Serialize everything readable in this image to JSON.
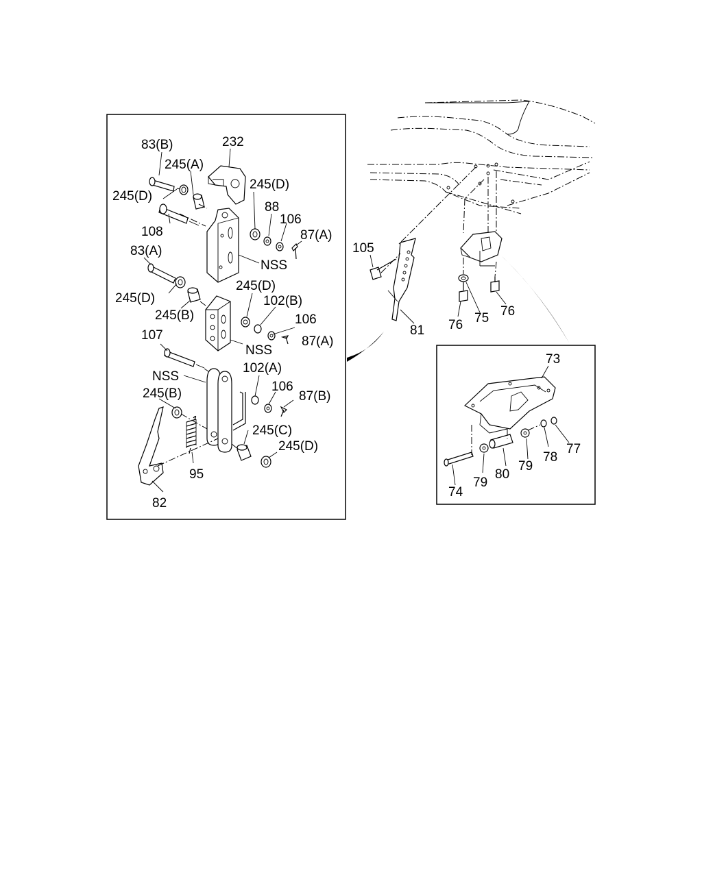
{
  "diagram": {
    "detail_box_1_labels": {
      "l_83b": "83(B)",
      "l_232": "232",
      "l_245a": "245(A)",
      "l_245d_1": "245(D)",
      "l_245d_2": "245(D)",
      "l_88": "88",
      "l_106_1": "106",
      "l_108": "108",
      "l_87a_1": "87(A)",
      "l_83a": "83(A)",
      "l_nss_1": "NSS",
      "l_245d_3": "245(D)",
      "l_245d_4": "245(D)",
      "l_245b_1": "245(B)",
      "l_102b": "102(B)",
      "l_106_2": "106",
      "l_87a_2": "87(A)",
      "l_nss_2": "NSS",
      "l_107": "107",
      "l_nss_3": "NSS",
      "l_102a": "102(A)",
      "l_245b_2": "245(B)",
      "l_106_3": "106",
      "l_87b": "87(B)",
      "l_245c": "245(C)",
      "l_245d_5": "245(D)",
      "l_95": "95",
      "l_82": "82"
    },
    "main_view_labels": {
      "l_105": "105",
      "l_81": "81",
      "l_76_1": "76",
      "l_75": "75",
      "l_76_2": "76"
    },
    "detail_box_2_labels": {
      "l_73": "73",
      "l_77": "77",
      "l_78": "78",
      "l_79_1": "79",
      "l_80": "80",
      "l_79_2": "79",
      "l_74": "74"
    }
  }
}
